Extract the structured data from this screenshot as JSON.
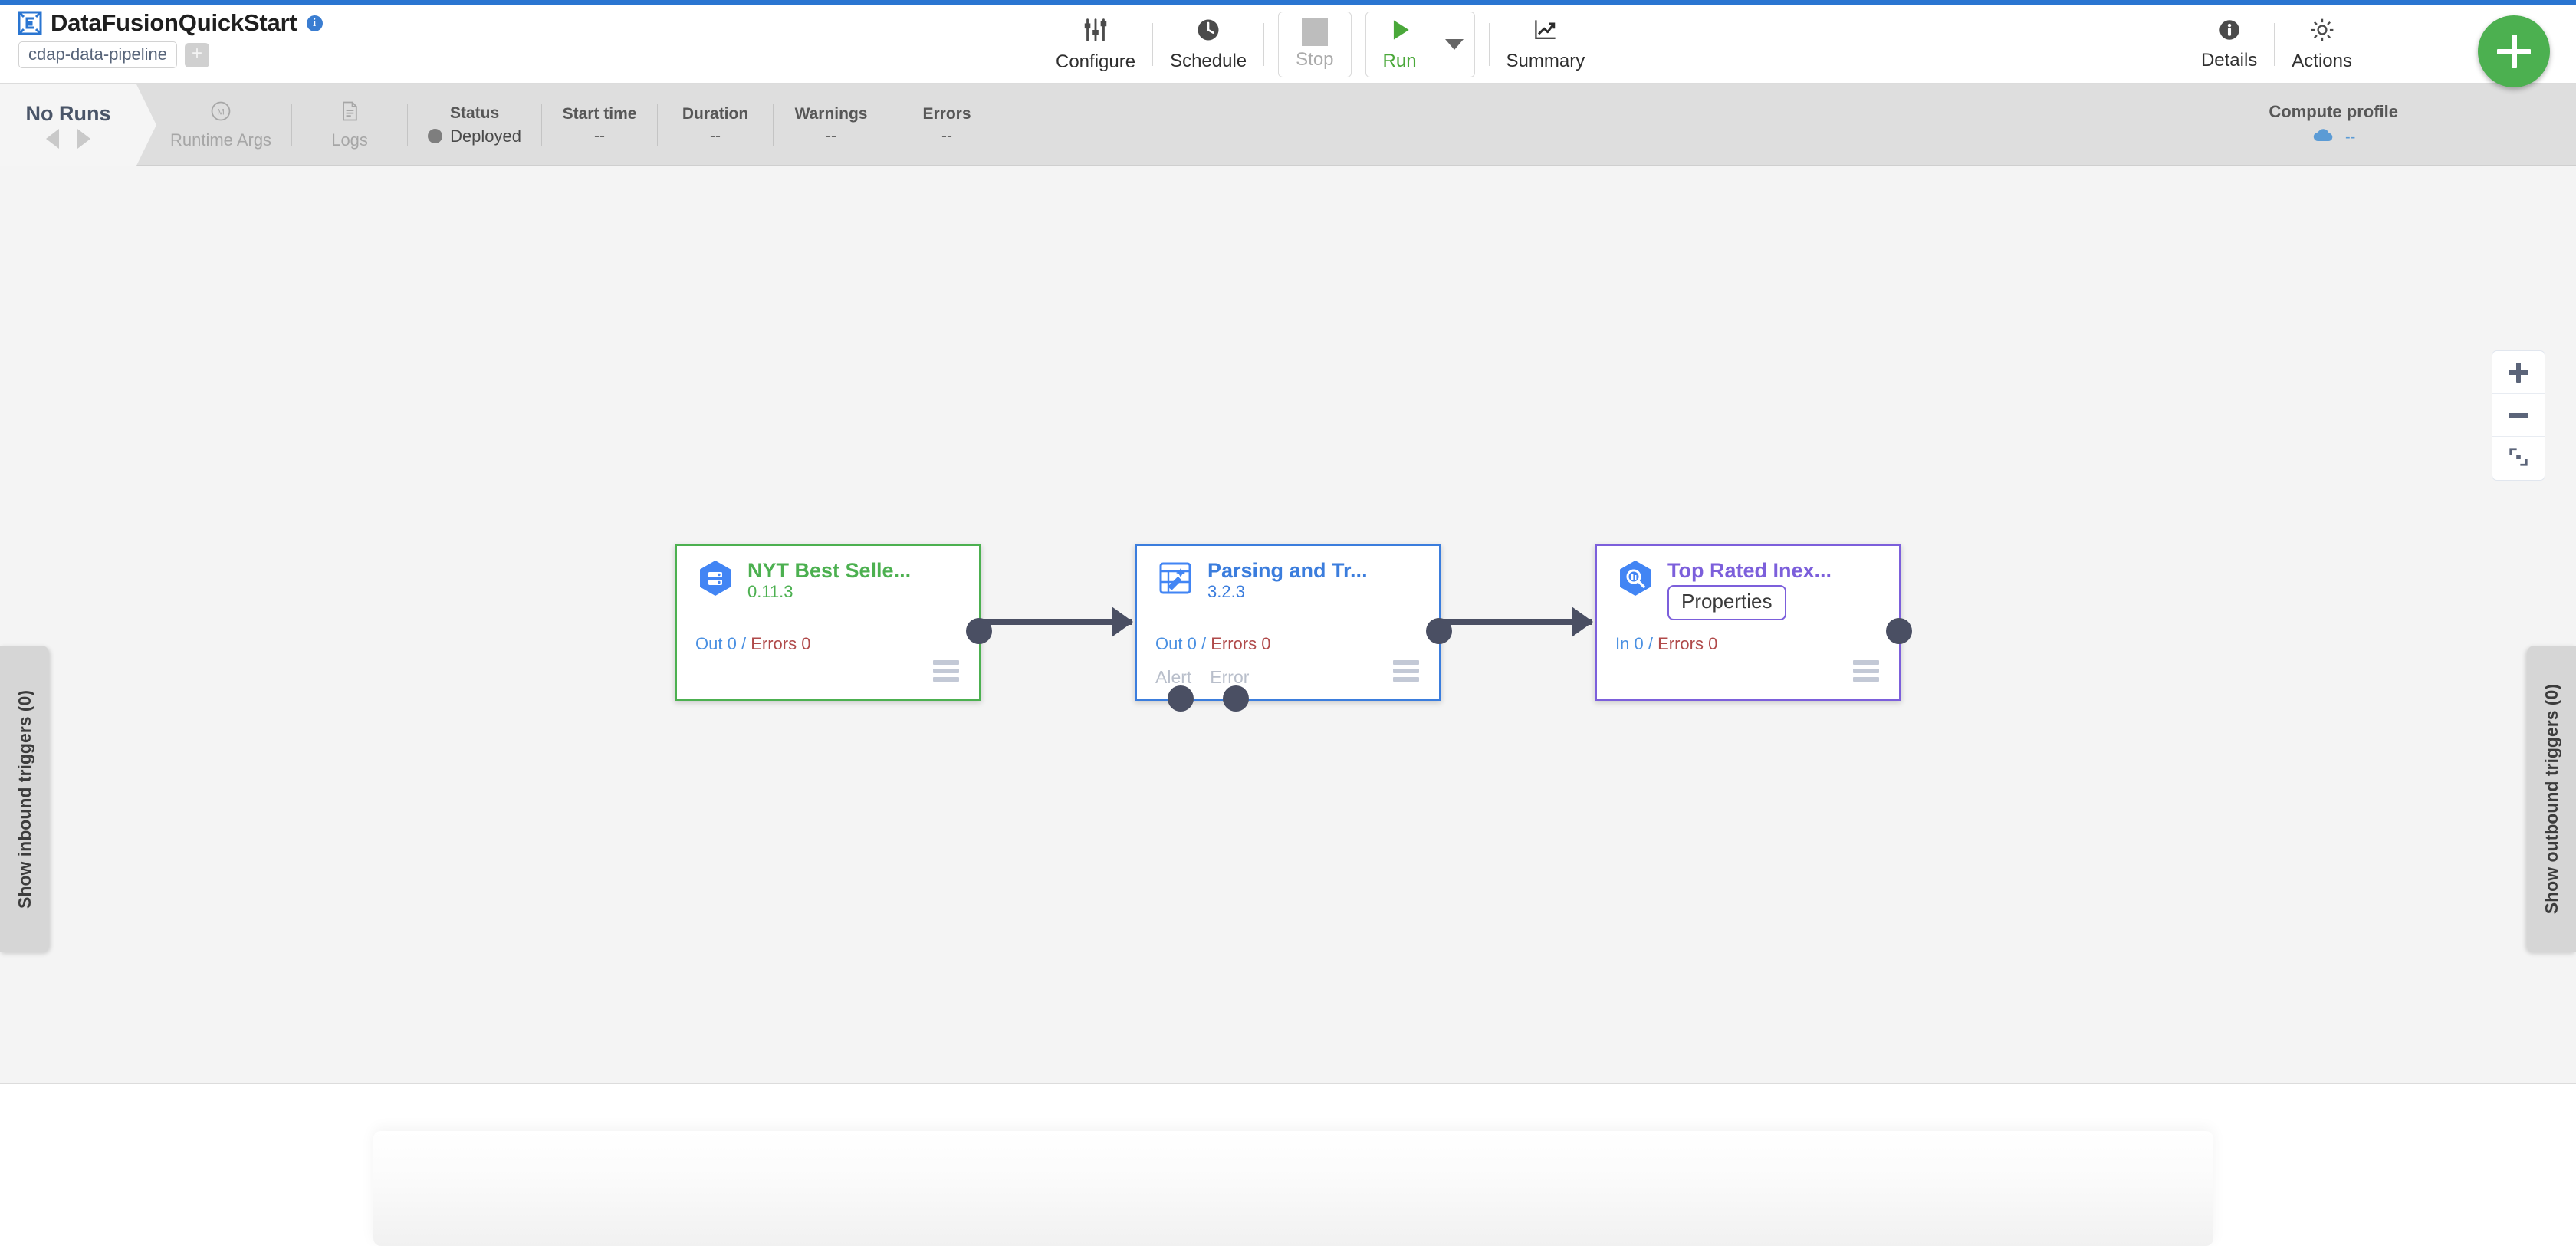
{
  "header": {
    "logo_icon": "cdap-logo-icon",
    "title": "DataFusionQuickStart",
    "info_icon": "info-icon",
    "pipeline_type": "cdap-data-pipeline",
    "add_tag_label": "+",
    "actions": [
      {
        "id": "configure",
        "label": "Configure",
        "icon": "sliders-icon"
      },
      {
        "id": "schedule",
        "label": "Schedule",
        "icon": "clock-icon"
      },
      {
        "id": "stop",
        "label": "Stop",
        "icon": "stop-square-icon"
      },
      {
        "id": "run",
        "label": "Run",
        "icon": "play-icon"
      },
      {
        "id": "summary",
        "label": "Summary",
        "icon": "line-chart-icon"
      },
      {
        "id": "details",
        "label": "Details",
        "icon": "info-circle-icon"
      },
      {
        "id": "actions",
        "label": "Actions",
        "icon": "gear-icon"
      }
    ],
    "fab_label": "+",
    "fab_color": "#4cb050"
  },
  "statusbar": {
    "runs_title": "No Runs",
    "prev_icon": "triangle-left-icon",
    "next_icon": "triangle-right-icon",
    "runtime_args": {
      "label": "Runtime Args",
      "icon": "macro-icon"
    },
    "logs": {
      "label": "Logs",
      "icon": "document-icon"
    },
    "metrics": [
      {
        "label": "Status",
        "value": "Deployed",
        "has_dot": true
      },
      {
        "label": "Start time",
        "value": "--"
      },
      {
        "label": "Duration",
        "value": "--"
      },
      {
        "label": "Warnings",
        "value": "--"
      },
      {
        "label": "Errors",
        "value": "--"
      }
    ],
    "compute_profile": {
      "label": "Compute profile",
      "value": "--",
      "icon": "cloud-icon"
    }
  },
  "canvas": {
    "zoom_controls": [
      {
        "id": "zoom-in",
        "icon": "plus-icon"
      },
      {
        "id": "zoom-out",
        "icon": "minus-icon"
      },
      {
        "id": "fit",
        "icon": "fit-to-screen-icon"
      }
    ],
    "inbound_trigger_tab": "Show inbound triggers (0)",
    "outbound_trigger_tab": "Show outbound triggers (0)",
    "nodes": [
      {
        "id": "source",
        "name": "NYT Best Selle...",
        "version": "0.11.3",
        "color": "#4cb050",
        "icon": "bigquery-source-icon",
        "metrics": {
          "prefix": "Out",
          "out": "0",
          "sep": "/",
          "errors_label": "Errors",
          "errors": "0"
        }
      },
      {
        "id": "transform",
        "name": "Parsing and Tr...",
        "version": "3.2.3",
        "color": "#3b7ddd",
        "icon": "wrangler-icon",
        "metrics": {
          "prefix": "Out",
          "out": "0",
          "sep": "/",
          "errors_label": "Errors",
          "errors": "0"
        },
        "ports": [
          "Alert",
          "Error"
        ]
      },
      {
        "id": "sink",
        "name": "Top Rated Inex...",
        "version": "",
        "color": "#7c5fdb",
        "icon": "bigquery-sink-icon",
        "tooltip": "Properties",
        "metrics": {
          "prefix": "In",
          "out": "0",
          "sep": "/",
          "errors_label": "Errors",
          "errors": "0"
        }
      }
    ]
  }
}
